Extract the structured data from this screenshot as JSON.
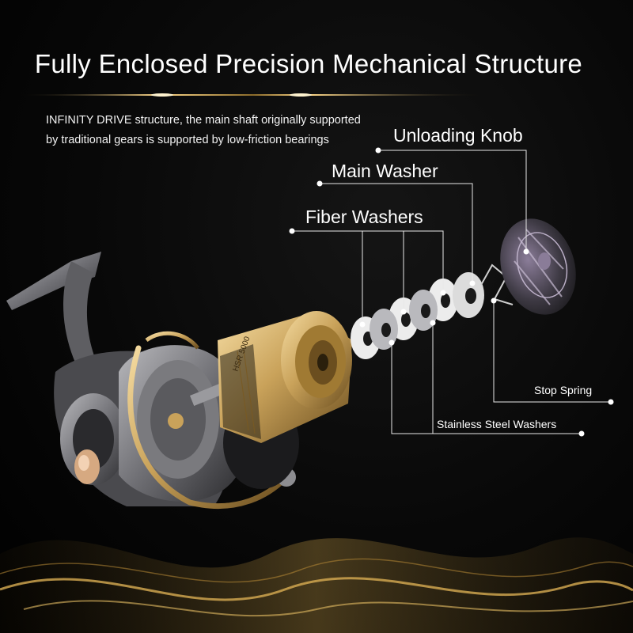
{
  "headline": "Fully Enclosed Precision Mechanical Structure",
  "description": {
    "line1": "INFINITY DRIVE structure, the main shaft originally supported",
    "line2": "by traditional gears is supported by low-friction bearings"
  },
  "callouts": {
    "unloading_knob": "Unloading Knob",
    "main_washer": "Main Washer",
    "fiber_washers": "Fiber Washers",
    "stop_spring": "Stop Spring",
    "stainless_steel_washers": "Stainless Steel  Washers"
  },
  "spool_engraving": "HSR 5000",
  "colors": {
    "background": "#000000",
    "gold": "#c9a25a",
    "gunmetal": "#6e6e72",
    "text": "#ffffff"
  }
}
